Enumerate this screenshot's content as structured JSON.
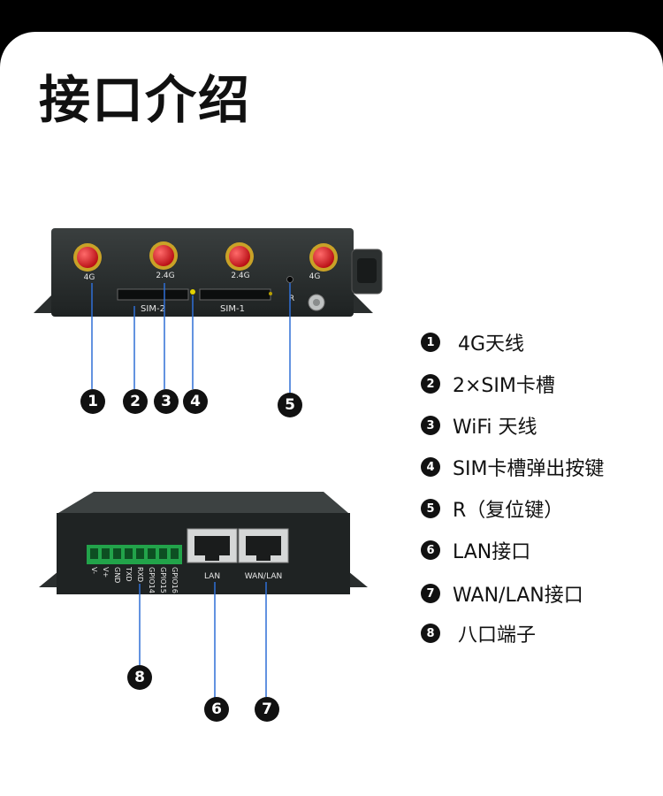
{
  "title": "接口介绍",
  "front_panel": {
    "antennas": [
      "4G",
      "2.4G",
      "2.4G",
      "4G"
    ],
    "sim_slots": [
      "SIM-2",
      "SIM-1"
    ],
    "reset_label": "R"
  },
  "back_panel": {
    "terminal_pins": [
      "V-",
      "V+",
      "GND",
      "TXD",
      "RXD",
      "GPIO14",
      "GPIO15",
      "GPIO16"
    ],
    "ports": [
      "LAN",
      "WAN/LAN"
    ]
  },
  "callouts": [
    "1",
    "2",
    "3",
    "4",
    "5",
    "6",
    "7",
    "8"
  ],
  "legend": [
    {
      "num": "1",
      "text": "4G天线"
    },
    {
      "num": "2",
      "text": "2×SIM卡槽"
    },
    {
      "num": "3",
      "text": "WiFi 天线"
    },
    {
      "num": "4",
      "text": "SIM卡槽弹出按键"
    },
    {
      "num": "5",
      "text": "R（复位键）"
    },
    {
      "num": "6",
      "text": "LAN接口"
    },
    {
      "num": "7",
      "text": "WAN/LAN接口"
    },
    {
      "num": "8",
      "text": "八口端子"
    }
  ],
  "colors": {
    "antenna": "#d8141c",
    "antenna_base": "#c9a227",
    "callout_line": "#2f6fd6",
    "terminal": "#22a34a",
    "led": "#e3d200"
  }
}
